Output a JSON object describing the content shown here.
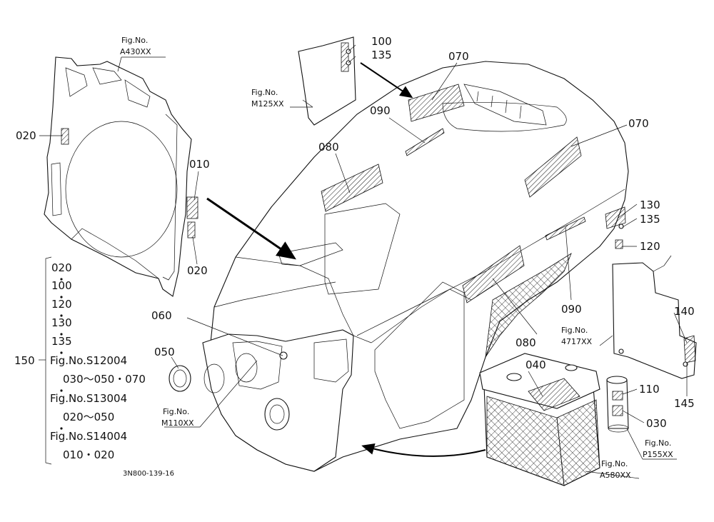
{
  "refs": {
    "fig_a430": {
      "label": "Fig.No.",
      "code": "A430XX"
    },
    "fig_m125": {
      "label": "Fig.No.",
      "code": "M125XX"
    },
    "fig_m110": {
      "label": "Fig.No.",
      "code": "M110XX"
    },
    "fig_4717": {
      "label": "Fig.No.",
      "code": "4717XX"
    },
    "fig_a580": {
      "label": "Fig.No.",
      "code": "A580XX"
    },
    "fig_p155": {
      "label": "Fig.No.",
      "code": "P155XX"
    }
  },
  "callouts": {
    "c020_left": "020",
    "c010": "010",
    "c020_panel": "020",
    "c100": "100",
    "c135_top": "135",
    "c070_top": "070",
    "c090_top": "090",
    "c080_top": "080",
    "c070_right": "070",
    "c130": "130",
    "c135_right": "135",
    "c120": "120",
    "c090_mid": "090",
    "c080_mid": "080",
    "c060": "060",
    "c050": "050",
    "c040": "040",
    "c140": "140",
    "c145": "145",
    "c110": "110",
    "c030": "030"
  },
  "kit": {
    "number": "150",
    "items": [
      "020",
      "100",
      "120",
      "130",
      "135"
    ],
    "sub": [
      {
        "fig": "Fig.No.S12004",
        "parts": "030〜050・070"
      },
      {
        "fig": "Fig.No.S13004",
        "parts": "020〜050"
      },
      {
        "fig": "Fig.No.S14004",
        "parts": "010・020"
      }
    ]
  },
  "drawing_id": "3N800-139-16"
}
